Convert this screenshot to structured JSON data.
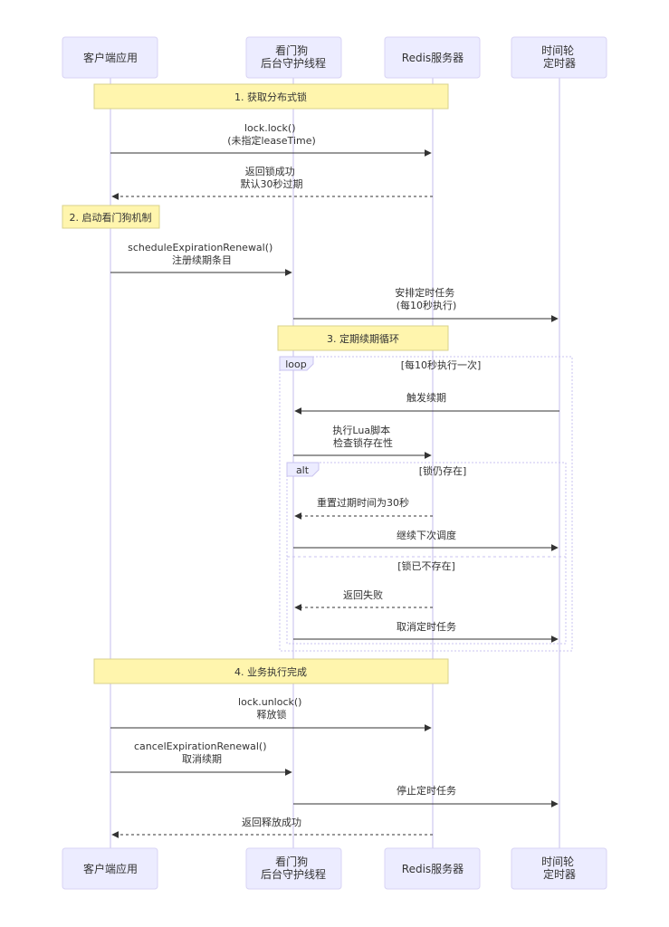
{
  "actors": [
    {
      "id": "client",
      "lines": [
        "客户端应用"
      ]
    },
    {
      "id": "watchdog",
      "lines": [
        "看门狗",
        "后台守护线程"
      ]
    },
    {
      "id": "redis",
      "lines": [
        "Redis服务器"
      ]
    },
    {
      "id": "wheel",
      "lines": [
        "时间轮",
        "定时器"
      ]
    }
  ],
  "notes": [
    {
      "id": "step1",
      "text": "1. 获取分布式锁"
    },
    {
      "id": "step2",
      "text": "2. 启动看门狗机制"
    },
    {
      "id": "step3",
      "text": "3. 定期续期循环"
    },
    {
      "id": "step4",
      "text": "4. 业务执行完成"
    }
  ],
  "messages": [
    {
      "id": "m1",
      "lines": [
        "lock.lock()",
        "(未指定leaseTime)"
      ],
      "from": "client",
      "to": "redis",
      "dashed": false
    },
    {
      "id": "m2",
      "lines": [
        "返回锁成功",
        "默认30秒过期"
      ],
      "from": "redis",
      "to": "client",
      "dashed": true
    },
    {
      "id": "m3",
      "lines": [
        "scheduleExpirationRenewal()",
        "注册续期条目"
      ],
      "from": "client",
      "to": "watchdog",
      "dashed": false
    },
    {
      "id": "m4",
      "lines": [
        "安排定时任务",
        "(每10秒执行)"
      ],
      "from": "watchdog",
      "to": "wheel",
      "dashed": false
    },
    {
      "id": "m5",
      "lines": [
        "触发续期"
      ],
      "from": "wheel",
      "to": "watchdog",
      "dashed": false
    },
    {
      "id": "m6",
      "lines": [
        "执行Lua脚本",
        "检查锁存在性"
      ],
      "from": "watchdog",
      "to": "redis",
      "dashed": false
    },
    {
      "id": "m7",
      "lines": [
        "重置过期时间为30秒"
      ],
      "from": "redis",
      "to": "watchdog",
      "dashed": true
    },
    {
      "id": "m8",
      "lines": [
        "继续下次调度"
      ],
      "from": "watchdog",
      "to": "wheel",
      "dashed": false
    },
    {
      "id": "m9",
      "lines": [
        "返回失败"
      ],
      "from": "redis",
      "to": "watchdog",
      "dashed": true
    },
    {
      "id": "m10",
      "lines": [
        "取消定时任务"
      ],
      "from": "watchdog",
      "to": "wheel",
      "dashed": false
    },
    {
      "id": "m11",
      "lines": [
        "lock.unlock()",
        "释放锁"
      ],
      "from": "client",
      "to": "redis",
      "dashed": false
    },
    {
      "id": "m12",
      "lines": [
        "cancelExpirationRenewal()",
        "取消续期"
      ],
      "from": "client",
      "to": "watchdog",
      "dashed": false
    },
    {
      "id": "m13",
      "lines": [
        "停止定时任务"
      ],
      "from": "watchdog",
      "to": "wheel",
      "dashed": false
    },
    {
      "id": "m14",
      "lines": [
        "返回释放成功"
      ],
      "from": "redis",
      "to": "client",
      "dashed": true
    }
  ],
  "frames": {
    "loop": {
      "label": "loop",
      "condition": "[每10秒执行一次]"
    },
    "alt": {
      "label": "alt",
      "condition": "[锁仍存在]",
      "else_condition": "[锁已不存在]"
    }
  }
}
